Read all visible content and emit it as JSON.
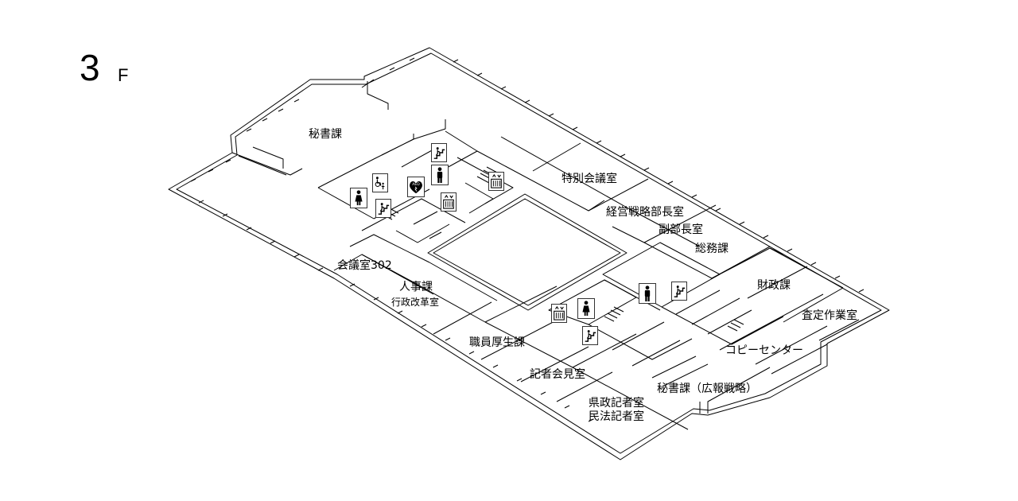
{
  "floor": {
    "number": "3",
    "unit": "F"
  },
  "rooms": {
    "hisho": "秘書課",
    "tokubetsu": "特別会議室",
    "keiei": "経営戦略部長室",
    "fukubucho": "副部長室",
    "somu": "総務課",
    "zaisei": "財政課",
    "satei": "査定作業室",
    "kaigi302": "会議室302",
    "jinji": "人事課",
    "gyosei": "行政改革室",
    "shokuin": "職員厚生課",
    "kisha": "記者会見室",
    "copy": "コピーセンター",
    "kenseikisha": "県政記者室",
    "minpokisha": "民法記者室",
    "hisho_koho": "秘書課（広報戦略）"
  },
  "icons": {
    "aed_text": "AED",
    "names": [
      "stairs-icon",
      "male-toilet-icon",
      "female-toilet-icon",
      "elevator-icon",
      "accessible-toilet-icon",
      "aed-icon"
    ]
  },
  "colors": {
    "line": "#000000",
    "background": "#ffffff"
  }
}
